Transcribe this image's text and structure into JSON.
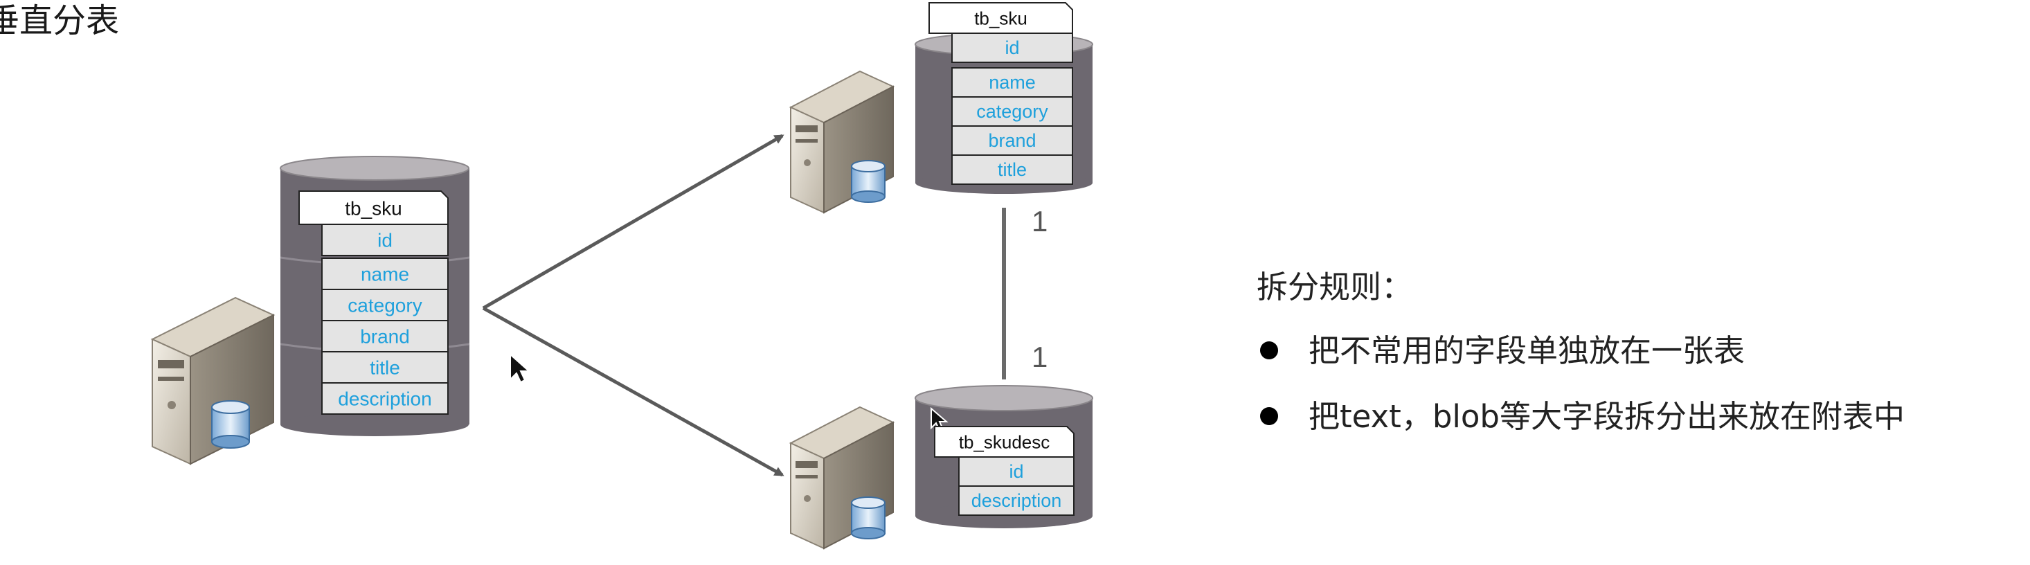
{
  "title": "垂直分表",
  "source": {
    "table_name": "tb_sku",
    "fields": [
      "id",
      "name",
      "category",
      "brand",
      "title",
      "description"
    ]
  },
  "top": {
    "table_name": "tb_sku",
    "fields": [
      "id",
      "name",
      "category",
      "brand",
      "title"
    ]
  },
  "bottom": {
    "table_name": "tb_skudesc",
    "fields": [
      "id",
      "description"
    ]
  },
  "relation": {
    "top_label": "1",
    "bottom_label": "1"
  },
  "rules": {
    "heading": "拆分规则：",
    "items": [
      "把不常用的字段单独放在一张表",
      "把text，blob等大字段拆分出来放在附表中"
    ]
  },
  "colors": {
    "field_text": "#1ea0dc",
    "cylinder": "#6d6870",
    "cylinder_top": "#b8b4b8",
    "arrow": "#5a5a5a"
  }
}
